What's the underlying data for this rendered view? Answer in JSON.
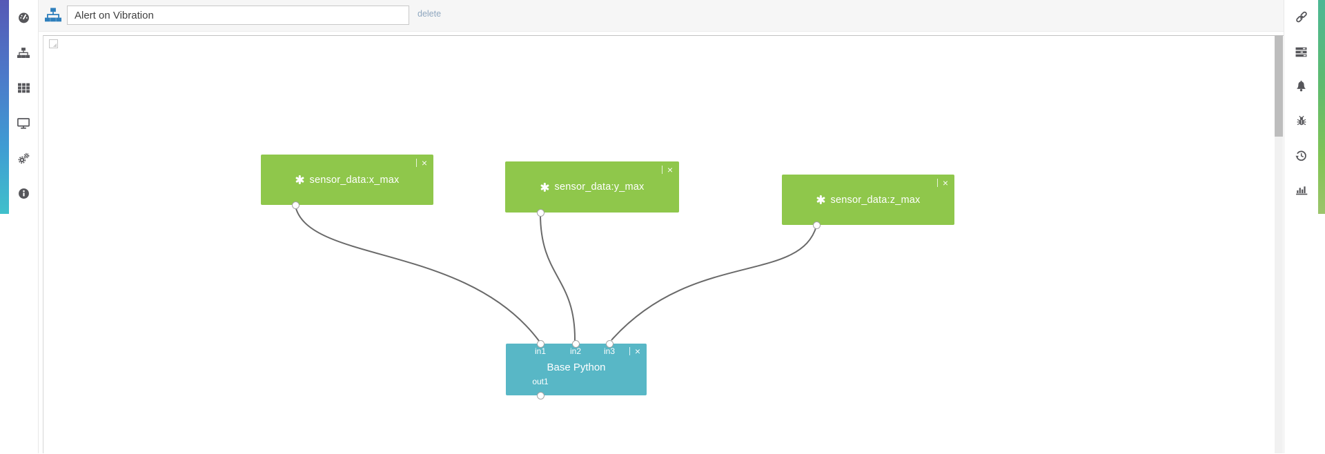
{
  "app": {
    "title_input_value": "Alert on Vibration",
    "title_placeholder": "workflow name",
    "delete_label": "delete"
  },
  "left_sidebar": {
    "items": [
      {
        "icon": "gauge-icon"
      },
      {
        "icon": "sitemap-icon"
      },
      {
        "icon": "table-icon"
      },
      {
        "icon": "desktop-icon"
      },
      {
        "icon": "gears-icon"
      },
      {
        "icon": "info-icon"
      }
    ]
  },
  "right_sidebar": {
    "items": [
      {
        "icon": "link-icon"
      },
      {
        "icon": "tasks-icon"
      },
      {
        "icon": "bell-icon"
      },
      {
        "icon": "bug-icon"
      },
      {
        "icon": "history-icon"
      },
      {
        "icon": "bar-chart-icon"
      }
    ]
  },
  "workflow": {
    "close_glyph": "×",
    "nodes": [
      {
        "id": "sensor-x",
        "label": "sensor_data:x_max",
        "color": "#8FC74B",
        "type": "sensor"
      },
      {
        "id": "sensor-y",
        "label": "sensor_data:y_max",
        "color": "#8FC74B",
        "type": "sensor"
      },
      {
        "id": "sensor-z",
        "label": "sensor_data:z_max",
        "color": "#8FC74B",
        "type": "sensor"
      },
      {
        "id": "base-python",
        "label": "Base Python",
        "color": "#58B7C6",
        "type": "script",
        "inputs": [
          "in1",
          "in2",
          "in3"
        ],
        "outputs": [
          "out1"
        ]
      }
    ],
    "connections": [
      {
        "from": "sensor-x.out",
        "to": "base-python.in1"
      },
      {
        "from": "sensor-y.out",
        "to": "base-python.in2"
      },
      {
        "from": "sensor-z.out",
        "to": "base-python.in3"
      }
    ]
  },
  "colors": {
    "sensor_node": "#8FC74B",
    "script_node": "#58B7C6",
    "wire": "#696969",
    "topbar_bg": "#f6f6f6",
    "workflow_icon": "#2E7FBC",
    "delete_link": "#8fa7bf",
    "left_strip_gradient": [
      "#5659B5",
      "#4C79C9",
      "#3F9BD3",
      "#40C0CB"
    ],
    "right_strip_gradient": [
      "#4CB795",
      "#5FBB6F",
      "#83C455",
      "#9CC46C"
    ]
  }
}
